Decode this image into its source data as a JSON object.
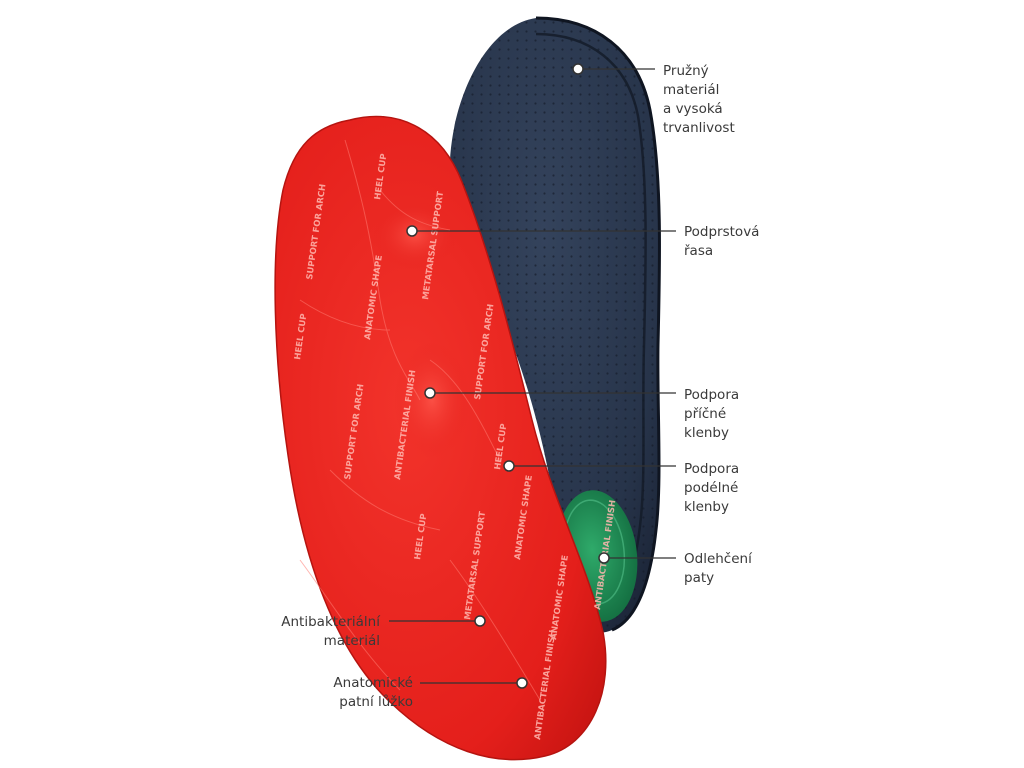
{
  "colors": {
    "red_insole": "#e8201c",
    "red_dark": "#c81512",
    "navy_insole": "#27344a",
    "navy_dark": "#1a2335",
    "heel_green": "#1f8a55",
    "leader_line": "#333333"
  },
  "insole_print": {
    "words": [
      "SUPPORT FOR ARCH",
      "METATARSAL SUPPORT",
      "ANATOMIC SHAPE",
      "HEEL CUP",
      "ANTIBACTERIAL FINISH"
    ]
  },
  "callouts": [
    {
      "lines": [
        "Pružný",
        "materiál",
        "a vysoká",
        "trvanlivost"
      ]
    },
    {
      "lines": [
        "Podprstová",
        "řasa"
      ]
    },
    {
      "lines": [
        "Podpora",
        "příčné",
        "klenby"
      ]
    },
    {
      "lines": [
        "Podpora",
        "podélné",
        "klenby"
      ]
    },
    {
      "lines": [
        "Odlehčení",
        "paty"
      ]
    },
    {
      "lines": [
        "Antibakteriální",
        "materiál"
      ]
    },
    {
      "lines": [
        "Anatomické",
        "patní lůžko"
      ]
    }
  ]
}
